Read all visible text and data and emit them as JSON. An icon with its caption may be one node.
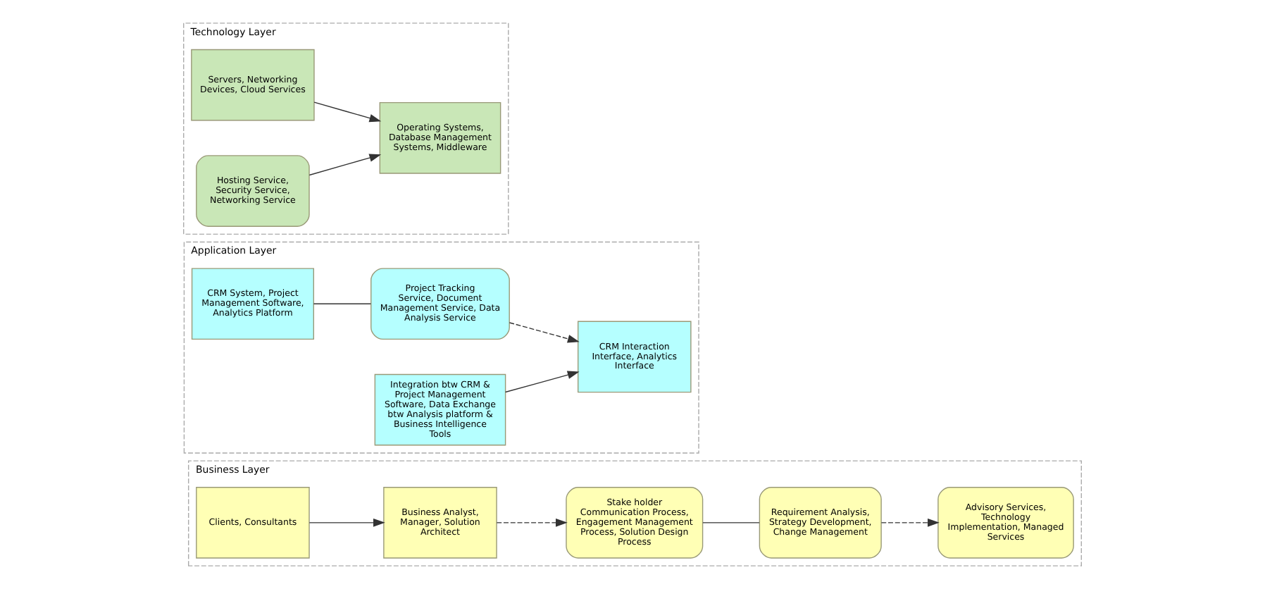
{
  "diagram": {
    "nodes": [
      {
        "text": [
          "Business Layer"
        ]
      },
      {
        "text": [
          "Clients, Consultants"
        ],
        "in": 0
      },
      {
        "text": [
          "Business Analyst, Manager, Solution Architect"
        ],
        "in": 0
      },
      {
        "text": [
          "Stake holder Communication Process, Engagement Management Process, Solution Design Process"
        ],
        "in": 0
      },
      {
        "text": [
          "Requirement Analysis, Strategy Development, Change Management"
        ],
        "in": 0
      },
      {
        "text": [
          "Advisory Services, Technology Implementation, Managed Services"
        ],
        "in": 0
      },
      {
        "text": [
          "Application Layer"
        ]
      },
      {
        "text": [
          "CRM System, Project Management Software, Analytics Platform"
        ],
        "in": 6
      },
      {
        "text": [
          "Project Tracking Service, Document Management Service, Data Analysis Service"
        ],
        "in": 6
      },
      {
        "text": [
          "CRM Interaction Interface, Analytics Interface"
        ],
        "in": 6
      },
      {
        "text": [
          "Integration btw CRM & Project Management Software, Data Exchange btw Analysis platform & Business Intelligence Tools"
        ],
        "in": 6
      },
      {
        "text": [
          "Technology Layer"
        ]
      },
      {
        "text": [
          "Servers, Networking Devices, Cloud Services"
        ],
        "in": 11
      },
      {
        "text": [
          "Operating Systems, Database Management Systems, Middleware"
        ],
        "in": 11
      },
      {
        "text": [
          "Hosting Service, Security Service, Networking Service"
        ],
        "in": 11
      }
    ],
    "edges": [
      {
        "from": 1,
        "to": 2,
        "arrow": "to"
      },
      {
        "from": 2,
        "to": 3,
        "arrow": "to",
        "style": "dashed"
      },
      {
        "from": 3,
        "to": 4,
        "arrow": "none"
      },
      {
        "from": 4,
        "to": 5,
        "arrow": "to",
        "style": "dashed"
      },
      {
        "from": 7,
        "to": 8,
        "arrow": "none"
      },
      {
        "from": 8,
        "to": 9,
        "arrow": "to",
        "style": "dashed"
      },
      {
        "from": 10,
        "to": 9,
        "arrow": "to"
      },
      {
        "from": 12,
        "to": 13,
        "arrow": "to"
      },
      {
        "from": 14,
        "to": 13,
        "arrow": "to"
      }
    ]
  }
}
